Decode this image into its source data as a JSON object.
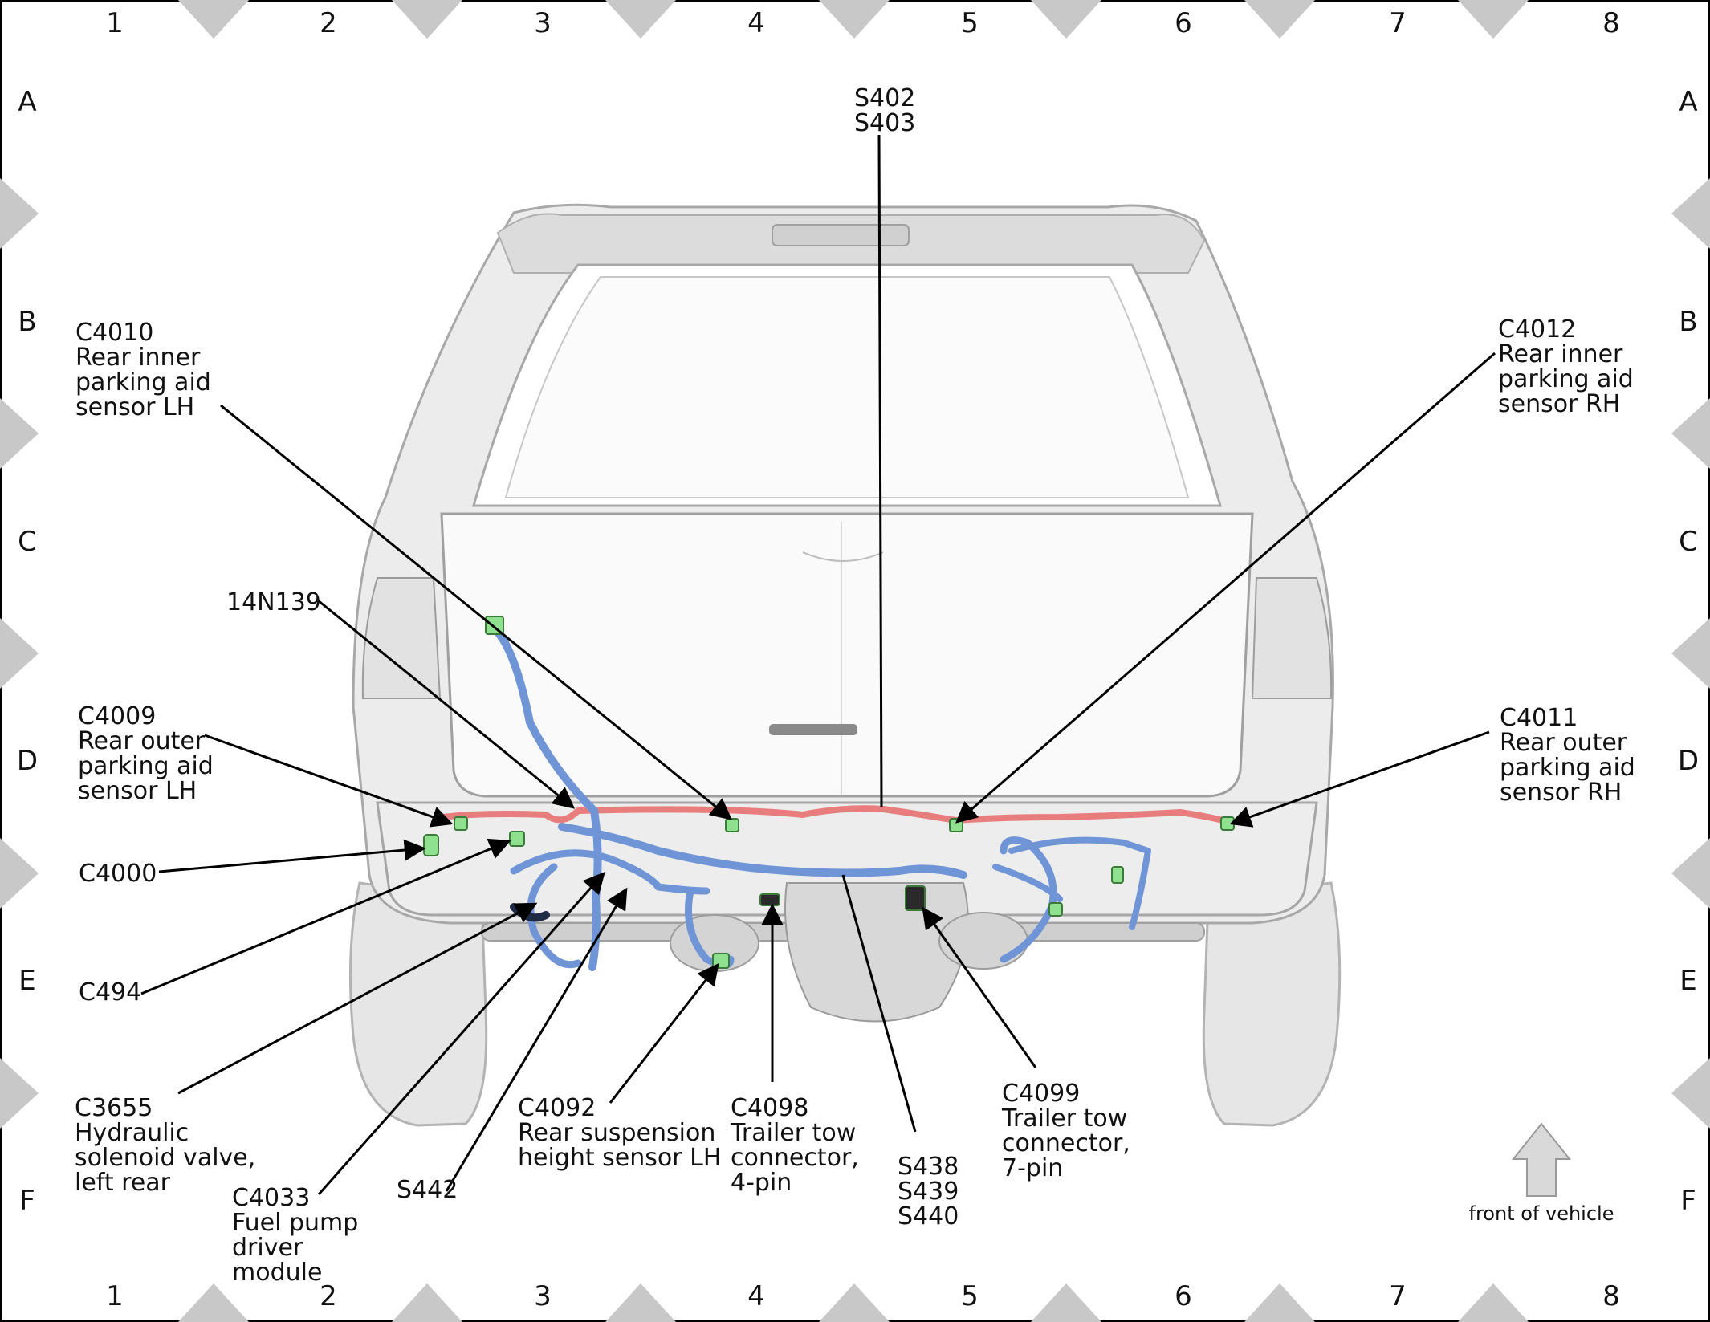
{
  "grid": {
    "columns": [
      "1",
      "2",
      "3",
      "4",
      "5",
      "6",
      "7",
      "8"
    ],
    "rows": [
      "A",
      "B",
      "C",
      "D",
      "E",
      "F"
    ]
  },
  "callouts": {
    "s402_s403": [
      "S402",
      "S403"
    ],
    "c4010": [
      "C4010",
      "Rear inner",
      "parking aid",
      "sensor LH"
    ],
    "c4012": [
      "C4012",
      "Rear inner",
      "parking aid",
      "sensor RH"
    ],
    "n14n139": [
      "14N139"
    ],
    "c4009": [
      "C4009",
      "Rear outer",
      "parking aid",
      "sensor LH"
    ],
    "c4011": [
      "C4011",
      "Rear outer",
      "parking aid",
      "sensor RH"
    ],
    "c4000": [
      "C4000"
    ],
    "c494": [
      "C494"
    ],
    "c3655": [
      "C3655",
      "Hydraulic",
      "solenoid valve,",
      "left rear"
    ],
    "c4033": [
      "C4033",
      "Fuel pump",
      "driver",
      "module"
    ],
    "s442": [
      "S442"
    ],
    "c4092": [
      "C4092",
      "Rear suspension",
      "height sensor LH"
    ],
    "c4098": [
      "C4098",
      "Trailer tow",
      "connector,",
      "4-pin"
    ],
    "s438_s440": [
      "S438",
      "S439",
      "S440"
    ],
    "c4099": [
      "C4099",
      "Trailer tow",
      "connector,",
      "7-pin"
    ]
  },
  "orientation": {
    "label": "front of vehicle",
    "icon": "up-arrow-icon"
  },
  "colors": {
    "harness_blue": "#6f95d6",
    "harness_red": "#e87d7d",
    "connector_green": "#8fe08f",
    "border_gray": "#cfcfcf"
  }
}
